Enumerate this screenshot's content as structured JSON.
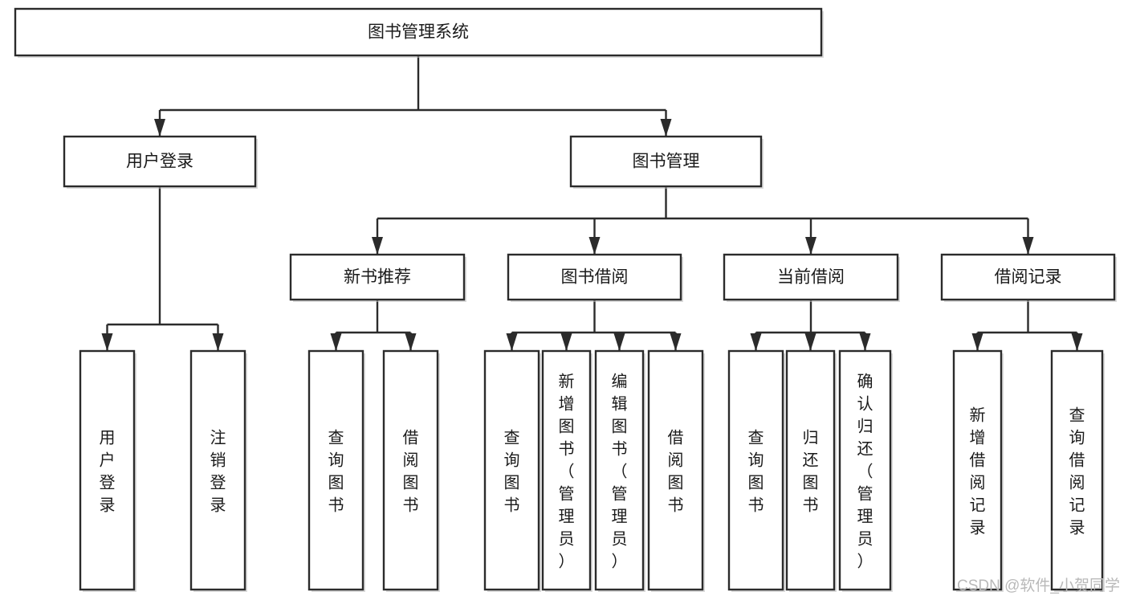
{
  "diagram": {
    "title": "图书管理系统",
    "type": "tree-hierarchy",
    "root": {
      "id": "root",
      "label": "图书管理系统",
      "level": 0,
      "orientation": "horizontal"
    },
    "level2": [
      {
        "id": "user-login",
        "label": "用户登录",
        "orientation": "horizontal"
      },
      {
        "id": "book-manage",
        "label": "图书管理",
        "orientation": "horizontal"
      }
    ],
    "level3": [
      {
        "id": "new-book-rec",
        "label": "新书推荐",
        "parent": "book-manage",
        "orientation": "horizontal"
      },
      {
        "id": "book-borrow",
        "label": "图书借阅",
        "parent": "book-manage",
        "orientation": "horizontal"
      },
      {
        "id": "current-borrow",
        "label": "当前借阅",
        "parent": "book-manage",
        "orientation": "horizontal"
      },
      {
        "id": "borrow-record",
        "label": "借阅记录",
        "parent": "book-manage",
        "orientation": "horizontal"
      }
    ],
    "leaves": [
      {
        "id": "leaf-user-login",
        "label": "用户登录",
        "parent": "user-login",
        "orientation": "vertical"
      },
      {
        "id": "leaf-logout",
        "label": "注销登录",
        "parent": "user-login",
        "orientation": "vertical"
      },
      {
        "id": "leaf-query-book-1",
        "label": "查询图书",
        "parent": "new-book-rec",
        "orientation": "vertical"
      },
      {
        "id": "leaf-borrow-book-1",
        "label": "借阅图书",
        "parent": "new-book-rec",
        "orientation": "vertical"
      },
      {
        "id": "leaf-query-book-2",
        "label": "查询图书",
        "parent": "book-borrow",
        "orientation": "vertical"
      },
      {
        "id": "leaf-add-book",
        "label": "新增图书（管理员）",
        "parent": "book-borrow",
        "orientation": "vertical"
      },
      {
        "id": "leaf-edit-book",
        "label": "编辑图书（管理员）",
        "parent": "book-borrow",
        "orientation": "vertical"
      },
      {
        "id": "leaf-borrow-book-2",
        "label": "借阅图书",
        "parent": "book-borrow",
        "orientation": "vertical"
      },
      {
        "id": "leaf-query-book-3",
        "label": "查询图书",
        "parent": "current-borrow",
        "orientation": "vertical"
      },
      {
        "id": "leaf-return-book",
        "label": "归还图书",
        "parent": "current-borrow",
        "orientation": "vertical"
      },
      {
        "id": "leaf-confirm-return",
        "label": "确认归还（管理员）",
        "parent": "current-borrow",
        "orientation": "vertical"
      },
      {
        "id": "leaf-add-record",
        "label": "新增借阅记录",
        "parent": "borrow-record",
        "orientation": "vertical"
      },
      {
        "id": "leaf-query-record",
        "label": "查询借阅记录",
        "parent": "borrow-record",
        "orientation": "vertical"
      }
    ],
    "colors": {
      "box_fill": "#ffffff",
      "box_stroke": "#2b2b2b",
      "text": "#1a1a1a",
      "background": "#ffffff",
      "watermark": "#b9b9b9"
    }
  },
  "watermark": {
    "text": "CSDN @软件_小贺同学"
  }
}
